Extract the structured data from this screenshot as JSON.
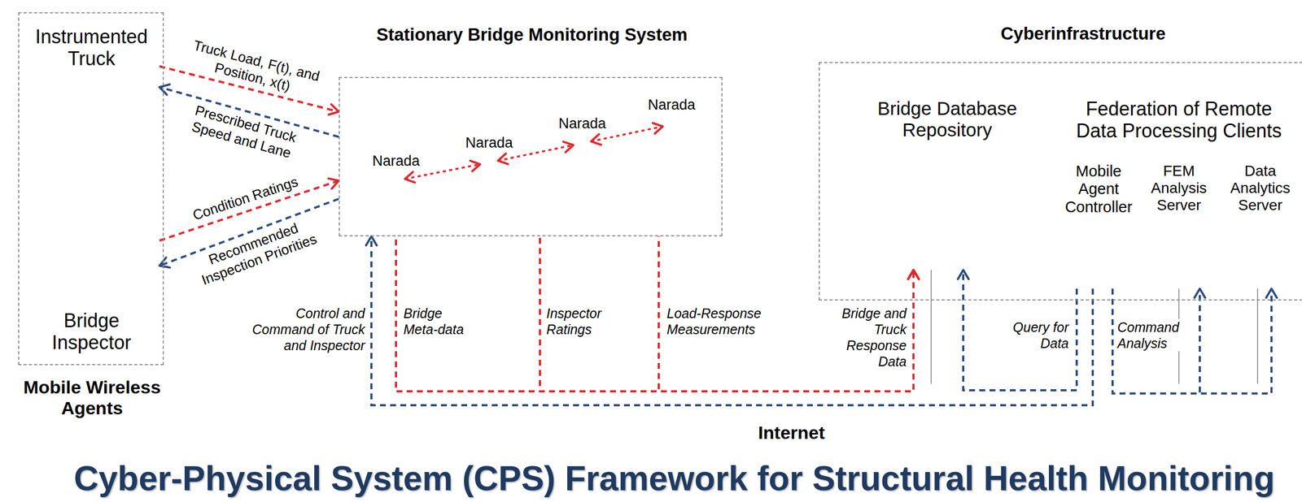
{
  "diagram": {
    "title": "Cyber-Physical System (CPS) Framework for Structural Health Monitoring",
    "nodes": [
      {
        "text": [
          "Mobile Wireless Agents"
        ]
      },
      {
        "text": [
          "Instrumented Truck"
        ],
        "in": 0
      },
      {
        "text": [
          "Bridge Inspector"
        ],
        "in": 0
      },
      {
        "text": [
          "Stationary Bridge Monitoring System"
        ]
      },
      {
        "text": [
          "Narada"
        ],
        "in": 3
      },
      {
        "text": [
          "Narada"
        ],
        "in": 3
      },
      {
        "text": [
          "Narada"
        ],
        "in": 3
      },
      {
        "text": [
          "Narada"
        ],
        "in": 3
      },
      {
        "text": [
          "Cyberinfrastructure"
        ]
      },
      {
        "text": [
          "Bridge Database Repository"
        ],
        "in": 8
      },
      {
        "text": [
          "Federation of Remote Data Processing Clients"
        ],
        "in": 8
      },
      {
        "text": [
          "Mobile Agent Controller"
        ],
        "in": 10
      },
      {
        "text": [
          "FEM Analysis Server"
        ],
        "in": 10
      },
      {
        "text": [
          "Data Analytics Server"
        ],
        "in": 10
      },
      {
        "text": [
          "Internet"
        ]
      }
    ],
    "edges": [
      {
        "from": 1,
        "to": 3,
        "arrow": "to",
        "label": "Truck Load, F(t), and Position, x(t)"
      },
      {
        "from": 3,
        "to": 1,
        "arrow": "to",
        "label": "Prescribed Truck Speed and Lane"
      },
      {
        "from": 2,
        "to": 3,
        "arrow": "to",
        "label": "Condition Ratings"
      },
      {
        "from": 3,
        "to": 2,
        "arrow": "to",
        "label": "Recommended Inspection Priorities"
      },
      {
        "from": 4,
        "to": 5,
        "arrow": "both"
      },
      {
        "from": 5,
        "to": 6,
        "arrow": "both"
      },
      {
        "from": 6,
        "to": 7,
        "arrow": "both"
      },
      {
        "from": 11,
        "to": 3,
        "arrow": "to",
        "label": "Control and Command of Truck and Inspector"
      },
      {
        "from": 3,
        "to": 9,
        "arrow": "to",
        "label": "Bridge Meta-data"
      },
      {
        "from": 3,
        "to": 9,
        "arrow": "to",
        "label": "Inspector Ratings"
      },
      {
        "from": 3,
        "to": 9,
        "arrow": "to",
        "label": "Load-Response Measurements"
      },
      {
        "from": 11,
        "to": 9,
        "arrow": "to",
        "label": "Query for Data"
      },
      {
        "from": 11,
        "to": 12,
        "arrow": "to",
        "label": "Command Analysis"
      },
      {
        "from": 11,
        "to": 13,
        "arrow": "to"
      },
      {
        "from": 9,
        "to": 14,
        "arrow": "none"
      },
      {
        "from": 12,
        "to": 14,
        "arrow": "none"
      },
      {
        "from": 13,
        "to": 14,
        "arrow": "none"
      }
    ],
    "labels": [
      "Bridge and Truck Response Data"
    ]
  }
}
